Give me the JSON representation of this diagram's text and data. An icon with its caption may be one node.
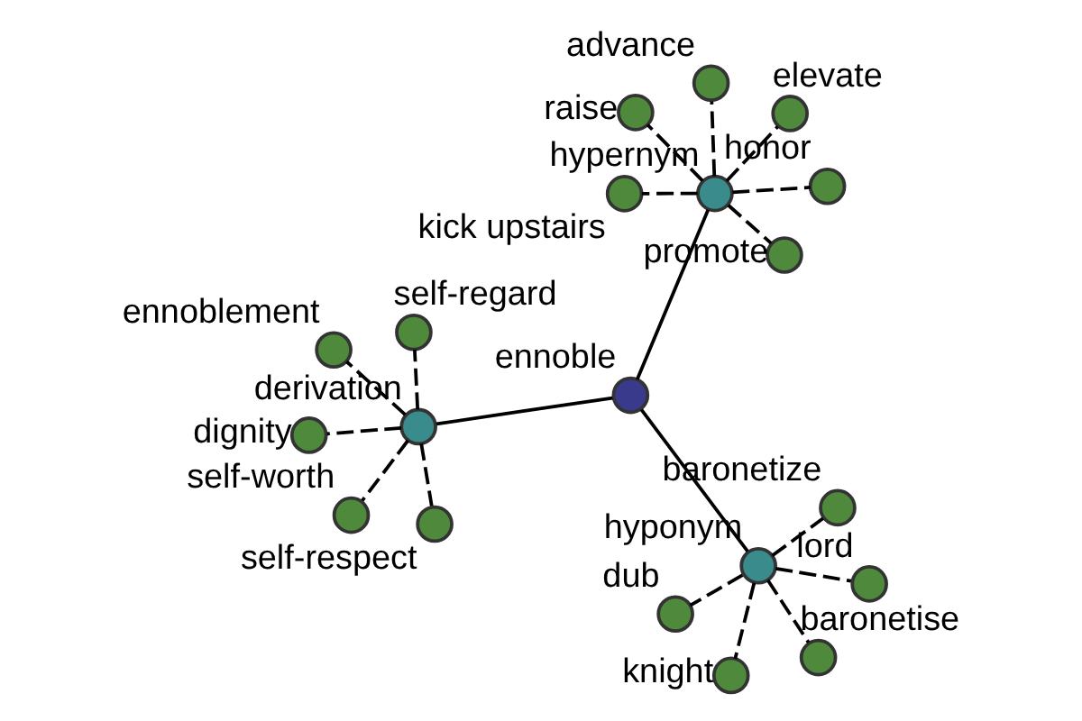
{
  "diagram": {
    "nodes": [
      {
        "text": [],
        "shape": "circle",
        "beside": [
          "ennoble"
        ]
      },
      {
        "text": [],
        "shape": "circle",
        "beside": [
          "derivation"
        ]
      },
      {
        "text": [],
        "shape": "circle",
        "beside": [
          "self-respect"
        ]
      },
      {
        "text": [],
        "shape": "circle",
        "beside": [
          "ennoblement"
        ]
      },
      {
        "text": [],
        "shape": "circle",
        "beside": [
          "self-regard"
        ]
      },
      {
        "text": [],
        "shape": "circle",
        "beside": [
          "dignity"
        ]
      },
      {
        "text": [],
        "shape": "circle",
        "beside": [
          "self-worth"
        ]
      },
      {
        "text": [],
        "shape": "circle",
        "beside": [
          "hyponym"
        ]
      },
      {
        "text": [],
        "shape": "circle",
        "beside": [
          "knight"
        ]
      },
      {
        "text": [],
        "shape": "circle",
        "beside": [
          "lord"
        ]
      },
      {
        "text": [],
        "shape": "circle",
        "beside": [
          "baronetise"
        ]
      },
      {
        "text": [],
        "shape": "circle",
        "beside": [
          "dub"
        ]
      },
      {
        "text": [],
        "shape": "circle",
        "beside": [
          "baronetize"
        ]
      },
      {
        "text": [],
        "shape": "circle",
        "beside": [
          "hypernym"
        ]
      },
      {
        "text": [],
        "shape": "circle",
        "beside": [
          "elevate"
        ]
      },
      {
        "text": [],
        "shape": "circle",
        "beside": [
          "promote"
        ]
      },
      {
        "text": [],
        "shape": "circle",
        "beside": [
          "honor"
        ]
      },
      {
        "text": [],
        "shape": "circle",
        "beside": [
          "advance"
        ]
      },
      {
        "text": [],
        "shape": "circle",
        "beside": [
          "kick upstairs"
        ]
      },
      {
        "text": [],
        "shape": "circle",
        "beside": [
          "raise"
        ]
      }
    ],
    "edges": [
      {
        "from": 0,
        "to": 1,
        "arrow": "none"
      },
      {
        "from": 1,
        "to": 2,
        "arrow": "none",
        "style": "dashed"
      },
      {
        "from": 1,
        "to": 3,
        "arrow": "none",
        "style": "dashed"
      },
      {
        "from": 1,
        "to": 4,
        "arrow": "none",
        "style": "dashed"
      },
      {
        "from": 1,
        "to": 5,
        "arrow": "none",
        "style": "dashed"
      },
      {
        "from": 1,
        "to": 6,
        "arrow": "none",
        "style": "dashed"
      },
      {
        "from": 0,
        "to": 7,
        "arrow": "none"
      },
      {
        "from": 7,
        "to": 8,
        "arrow": "none",
        "style": "dashed"
      },
      {
        "from": 7,
        "to": 9,
        "arrow": "none",
        "style": "dashed"
      },
      {
        "from": 7,
        "to": 10,
        "arrow": "none",
        "style": "dashed"
      },
      {
        "from": 7,
        "to": 11,
        "arrow": "none",
        "style": "dashed"
      },
      {
        "from": 7,
        "to": 12,
        "arrow": "none",
        "style": "dashed"
      },
      {
        "from": 0,
        "to": 13,
        "arrow": "none"
      },
      {
        "from": 13,
        "to": 14,
        "arrow": "none",
        "style": "dashed"
      },
      {
        "from": 13,
        "to": 15,
        "arrow": "none",
        "style": "dashed"
      },
      {
        "from": 13,
        "to": 16,
        "arrow": "none",
        "style": "dashed"
      },
      {
        "from": 13,
        "to": 17,
        "arrow": "none",
        "style": "dashed"
      },
      {
        "from": 13,
        "to": 18,
        "arrow": "none",
        "style": "dashed"
      },
      {
        "from": 13,
        "to": 19,
        "arrow": "none",
        "style": "dashed"
      }
    ]
  }
}
